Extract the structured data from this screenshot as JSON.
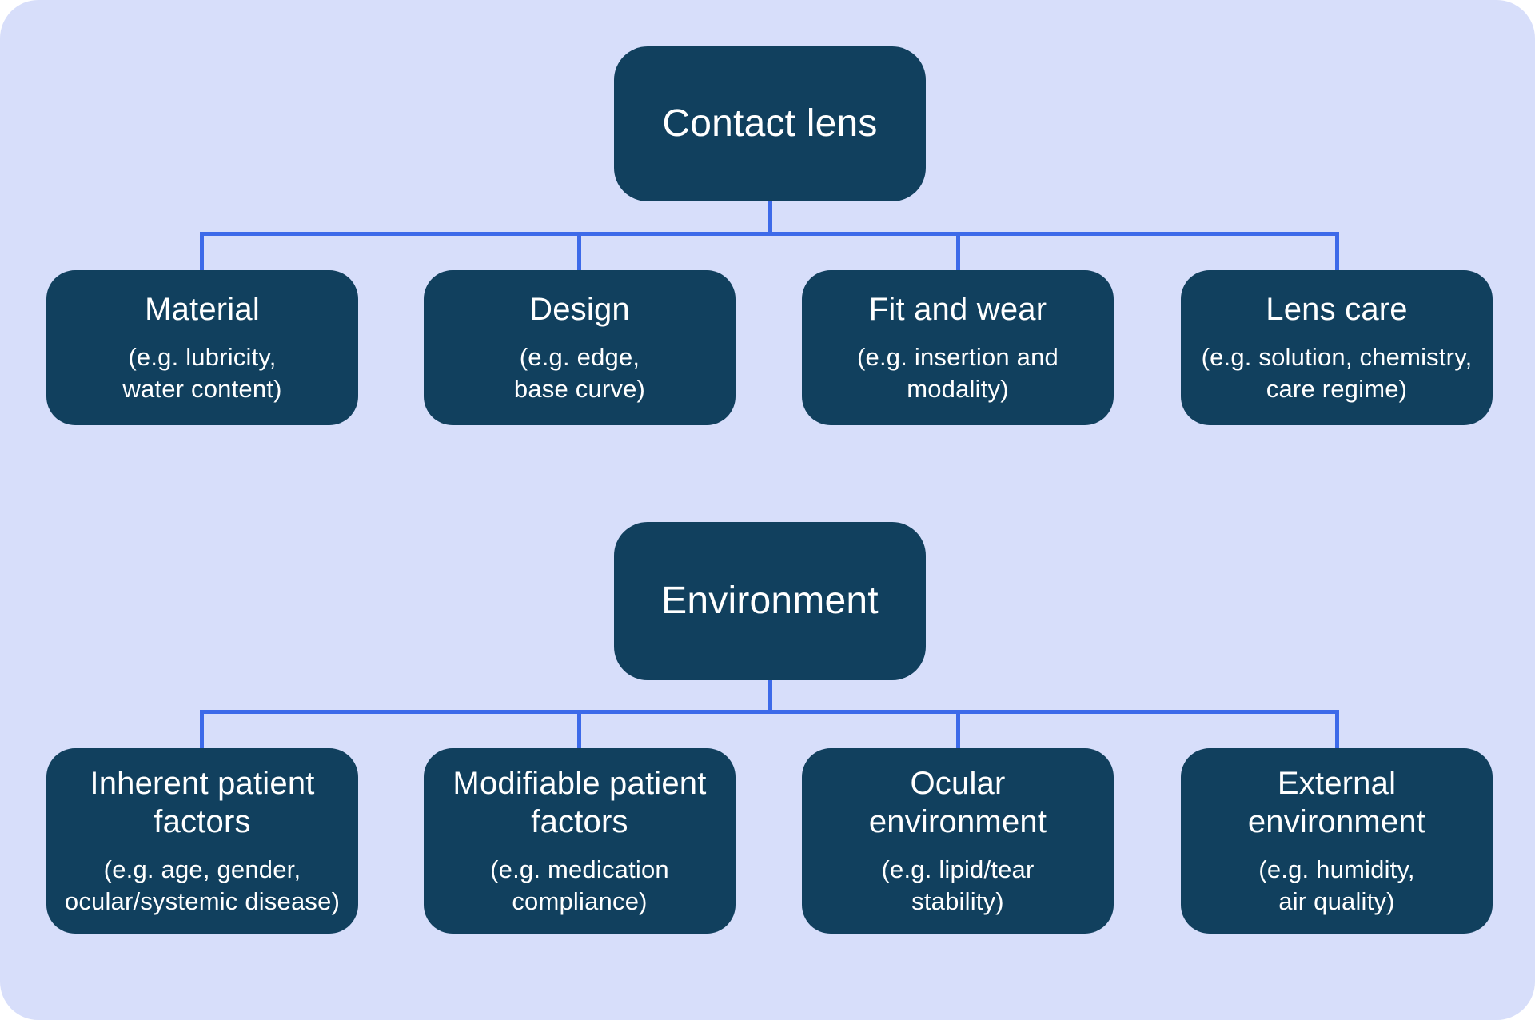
{
  "colors": {
    "canvas_bg": "#ffffff",
    "panel_bg": "#d7defa",
    "node_bg": "#11405e",
    "node_text": "#ffffff",
    "connector": "#3d6ae9"
  },
  "contact_lens_tree": {
    "root": {
      "title": "Contact lens"
    },
    "children": [
      {
        "title": "Material",
        "subtitle": "(e.g. lubricity,\nwater content)"
      },
      {
        "title": "Design",
        "subtitle": "(e.g. edge,\nbase curve)"
      },
      {
        "title": "Fit and wear",
        "subtitle": "(e.g. insertion and\nmodality)"
      },
      {
        "title": "Lens care",
        "subtitle": "(e.g. solution, chemistry,\ncare regime)"
      }
    ]
  },
  "environment_tree": {
    "root": {
      "title": "Environment"
    },
    "children": [
      {
        "title": "Inherent patient\nfactors",
        "subtitle": "(e.g. age, gender,\nocular/systemic disease)"
      },
      {
        "title": "Modifiable patient\nfactors",
        "subtitle": "(e.g. medication\ncompliance)"
      },
      {
        "title": "Ocular\nenvironment",
        "subtitle": "(e.g. lipid/tear\nstability)"
      },
      {
        "title": "External\nenvironment",
        "subtitle": "(e.g. humidity,\nair quality)"
      }
    ]
  }
}
